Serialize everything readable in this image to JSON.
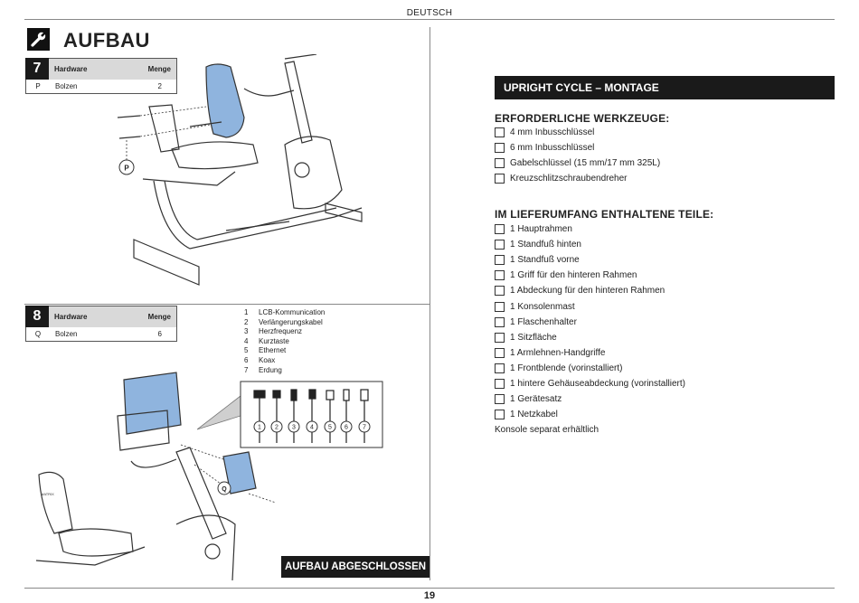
{
  "header": {
    "language": "DEUTSCH"
  },
  "page_number": "19",
  "title": "AUFBAU",
  "step7": {
    "number": "7",
    "col_hardware": "Hardware",
    "col_qty": "Menge",
    "row": {
      "key": "P",
      "name": "Bolzen",
      "qty": "2"
    },
    "callout": "P"
  },
  "step8": {
    "number": "8",
    "col_hardware": "Hardware",
    "col_qty": "Menge",
    "row": {
      "key": "Q",
      "name": "Bolzen",
      "qty": "6"
    },
    "callout": "Q"
  },
  "connectors": {
    "items": [
      {
        "num": "1",
        "label": "LCB-Kommunication"
      },
      {
        "num": "2",
        "label": "Verlängerungskabel"
      },
      {
        "num": "3",
        "label": "Herzfrequenz"
      },
      {
        "num": "4",
        "label": "Kurztaste"
      },
      {
        "num": "5",
        "label": "Ethernet"
      },
      {
        "num": "6",
        "label": "Koax"
      },
      {
        "num": "7",
        "label": "Erdung"
      }
    ],
    "brand_mark": "MATRIX"
  },
  "completed_label": "AUFBAU ABGESCHLOSSEN",
  "right": {
    "banner": "UPRIGHT CYCLE – MONTAGE",
    "tools_title": "ERFORDERLICHE WERKZEUGE:",
    "tools": [
      "4 mm Inbusschlüssel",
      "6 mm Inbusschlüssel",
      "Gabelschlüssel (15 mm/17 mm 325L)",
      "Kreuzschlitzschraubendreher"
    ],
    "parts_title": "IM LIEFERUMFANG ENTHALTENE TEILE:",
    "parts": [
      "1 Hauptrahmen",
      "1 Standfuß hinten",
      "1 Standfuß vorne",
      "1 Griff für den hinteren Rahmen",
      "1 Abdeckung für den hinteren Rahmen",
      "1 Konsolenmast",
      "1 Flaschenhalter",
      "1 Sitzfläche",
      "1 Armlehnen-Handgriffe",
      "1 Frontblende (vorinstalliert)",
      "1 hintere Gehäuseabdeckung (vorinstalliert)",
      "1 Gerätesatz",
      "1 Netzkabel"
    ],
    "note": "Konsole separat erhältlich"
  }
}
